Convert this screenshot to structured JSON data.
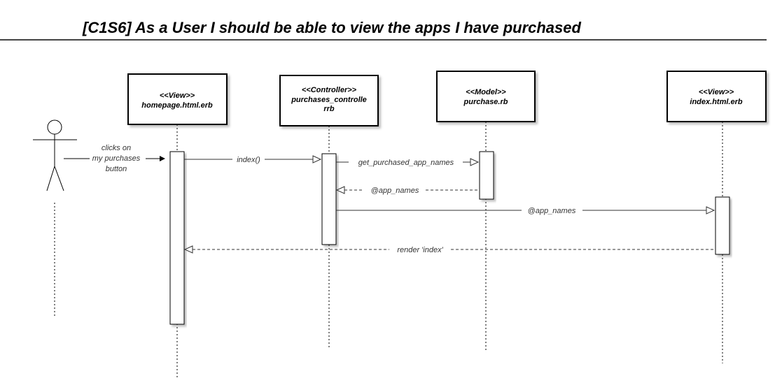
{
  "title": "[C1S6] As a User I  should be able to view the apps I have purchased",
  "actor_label": [
    "clicks on",
    "my purchases",
    "button"
  ],
  "lifelines": [
    {
      "id": "homepage",
      "stereotype": "<<View>>",
      "name_lines": [
        "homepage.html.erb"
      ]
    },
    {
      "id": "controller",
      "stereotype": "<<Controller>>",
      "name_lines": [
        "purchases_controlle",
        "rrb"
      ]
    },
    {
      "id": "model",
      "stereotype": "<<Model>>",
      "name_lines": [
        "purchase.rb"
      ]
    },
    {
      "id": "index",
      "stereotype": "<<View>>",
      "name_lines": [
        "index.html.erb"
      ]
    }
  ],
  "messages": [
    {
      "label": "index()",
      "from": "homepage",
      "to": "controller",
      "style": "solid"
    },
    {
      "label": "get_purchased_app_names",
      "from": "controller",
      "to": "model",
      "style": "solid"
    },
    {
      "label": "@app_names",
      "from": "model",
      "to": "controller",
      "style": "dashed"
    },
    {
      "label": "@app_names",
      "from": "controller",
      "to": "index",
      "style": "solid"
    },
    {
      "label": "render  'index'",
      "from": "index",
      "to": "homepage",
      "style": "dashed"
    }
  ]
}
